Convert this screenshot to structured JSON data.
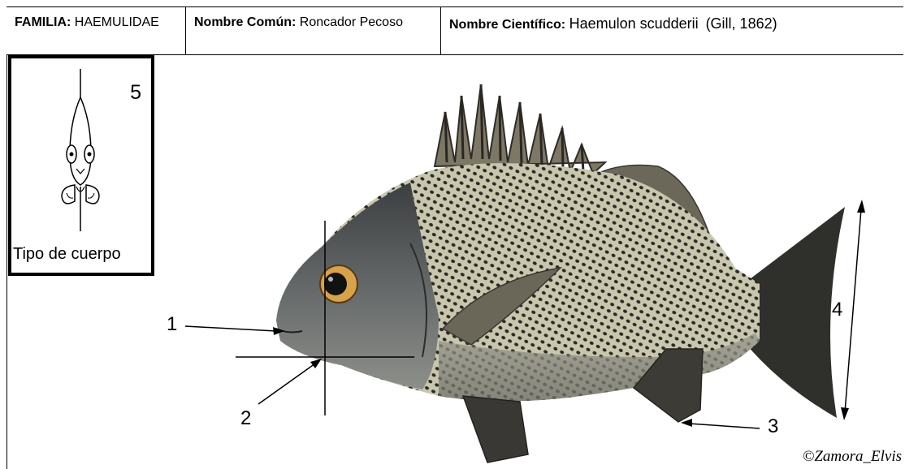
{
  "header": {
    "family_key": "FAMILIA:",
    "family_value": "HAEMULIDAE",
    "common_key": "Nombre Común:",
    "common_value": "Roncador Pecoso",
    "scientific_key": "Nombre Científico:",
    "scientific_value": "Haemulon scudderii",
    "scientific_author": "(Gill, 1862)"
  },
  "body_type": {
    "number": "5",
    "label": "Tipo de cuerpo",
    "icon": "fish-front-view-icon"
  },
  "figure": {
    "subject": "fish-photo",
    "callouts": [
      "1",
      "2",
      "3",
      "4"
    ]
  },
  "copyright": "©Zamora_Elvis"
}
